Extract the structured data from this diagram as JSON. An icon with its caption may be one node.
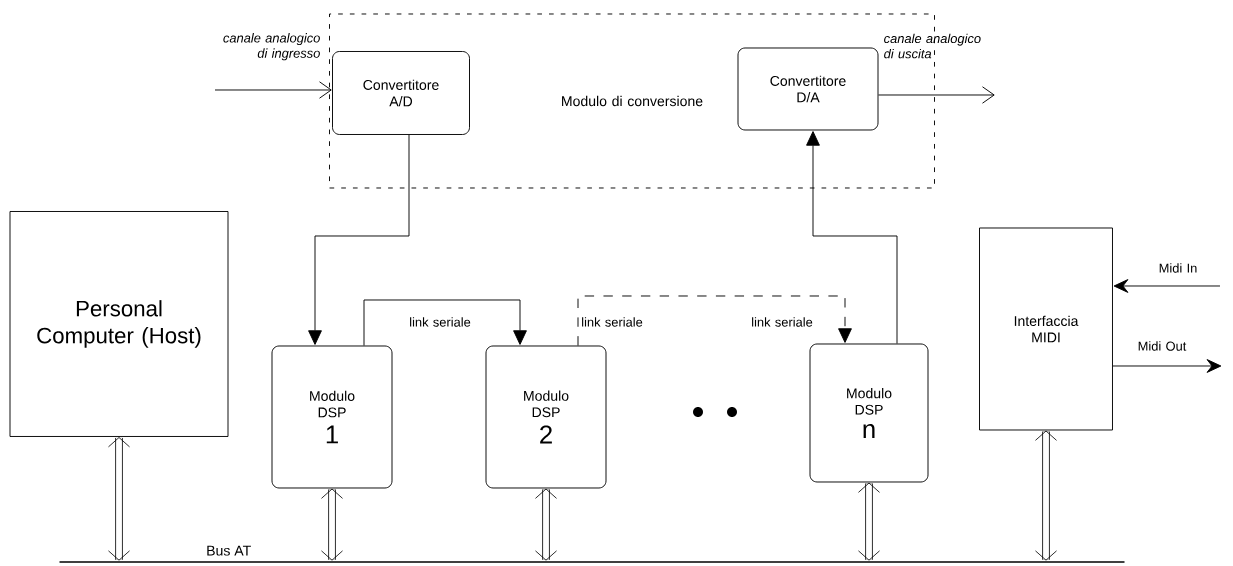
{
  "diagram": {
    "nodes": [
      {
        "text": [
          "Modulo di conversione"
        ]
      },
      {
        "text": [
          "Convertitore A/D"
        ],
        "in": 0
      },
      {
        "text": [
          "Convertitore D/A"
        ],
        "in": 0
      },
      {
        "text": [
          "Personal Computer (Host)"
        ]
      },
      {
        "text": [
          "Modulo DSP",
          "1"
        ]
      },
      {
        "text": [
          "Modulo DSP",
          "2"
        ]
      },
      {
        "text": [
          "Modulo DSP",
          "n"
        ]
      },
      {
        "text": [
          "Interfaccia MIDI"
        ]
      },
      {
        "text": [
          "Bus AT"
        ]
      }
    ],
    "edges": [
      {
        "from": null,
        "to": 1,
        "arrow": "to",
        "label": "canale analogico di ingresso"
      },
      {
        "from": 2,
        "to": null,
        "arrow": "to",
        "label": "canale analogico di uscita"
      },
      {
        "from": 1,
        "to": 4,
        "arrow": "to"
      },
      {
        "from": 4,
        "to": 5,
        "arrow": "to",
        "label": "link seriale"
      },
      {
        "from": 5,
        "to": 6,
        "arrow": "to",
        "label": "link seriale",
        "style": "dashed"
      },
      {
        "from": 6,
        "to": 2,
        "arrow": "to"
      },
      {
        "from": null,
        "to": 7,
        "arrow": "to",
        "label": "Midi In"
      },
      {
        "from": 7,
        "to": null,
        "arrow": "to",
        "label": "Midi Out"
      },
      {
        "from": 3,
        "to": 8,
        "arrow": "both",
        "style": "thick"
      },
      {
        "from": 4,
        "to": 8,
        "arrow": "both",
        "style": "thick"
      },
      {
        "from": 5,
        "to": 8,
        "arrow": "both",
        "style": "thick"
      },
      {
        "from": 6,
        "to": 8,
        "arrow": "both",
        "style": "thick"
      },
      {
        "from": 7,
        "to": 8,
        "arrow": "both",
        "style": "thick"
      }
    ],
    "labels": [
      "link seriale"
    ]
  }
}
